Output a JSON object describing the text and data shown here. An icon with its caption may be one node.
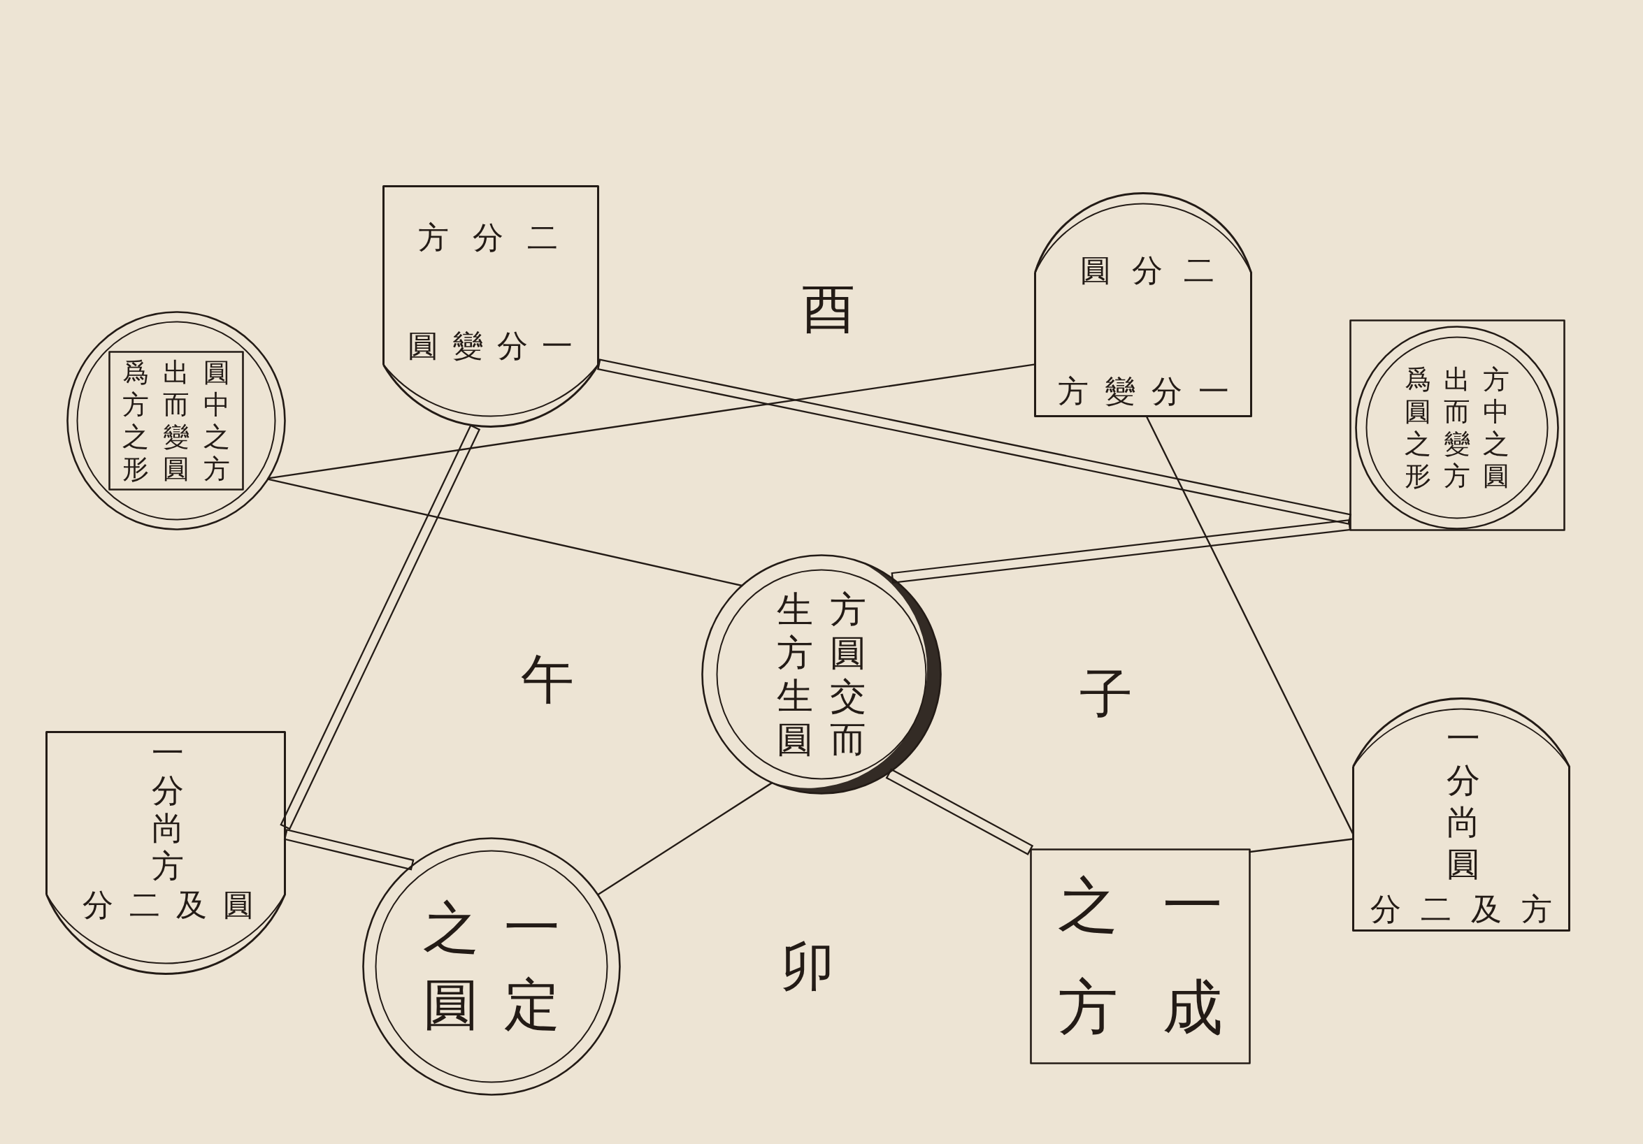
{
  "diagram": {
    "nodes": [
      {
        "text": [
          "二分方",
          "一分變圓"
        ]
      },
      {
        "text": [
          "二分圓",
          "一分變方"
        ]
      },
      {
        "text": [],
        "shape": "circle"
      },
      {
        "text": [
          "圓中之方出而變圓爲方之形"
        ],
        "in": 2
      },
      {
        "text": [],
        "shape": "box"
      },
      {
        "text": [
          "方中之圓出而變方爲圓之形"
        ],
        "in": 4
      },
      {
        "text": [
          "方圓交而生方生圓"
        ]
      },
      {
        "text": [
          "一分尚方",
          "圓及二分"
        ]
      },
      {
        "text": [
          "一分尚圓",
          "方及二分"
        ]
      },
      {
        "text": [
          "一定之圓"
        ]
      },
      {
        "text": [
          "一成之方"
        ]
      }
    ],
    "edges": [
      {
        "from": 0,
        "to": 4,
        "arrow": "none",
        "style": "thick"
      },
      {
        "from": 2,
        "to": 1,
        "arrow": "none"
      },
      {
        "from": 2,
        "to": 6,
        "arrow": "none"
      },
      {
        "from": 0,
        "to": 7,
        "arrow": "none",
        "style": "thick"
      },
      {
        "from": 7,
        "to": 9,
        "arrow": "none",
        "style": "thick"
      },
      {
        "from": 9,
        "to": 6,
        "arrow": "none"
      },
      {
        "from": 6,
        "to": 10,
        "arrow": "none",
        "style": "thick"
      },
      {
        "from": 6,
        "to": 4,
        "arrow": "none",
        "style": "thick"
      },
      {
        "from": 1,
        "to": 8,
        "arrow": "none"
      },
      {
        "from": 10,
        "to": 8,
        "arrow": "none"
      }
    ],
    "labels": [
      "酉",
      "午",
      "子",
      "卯"
    ]
  }
}
